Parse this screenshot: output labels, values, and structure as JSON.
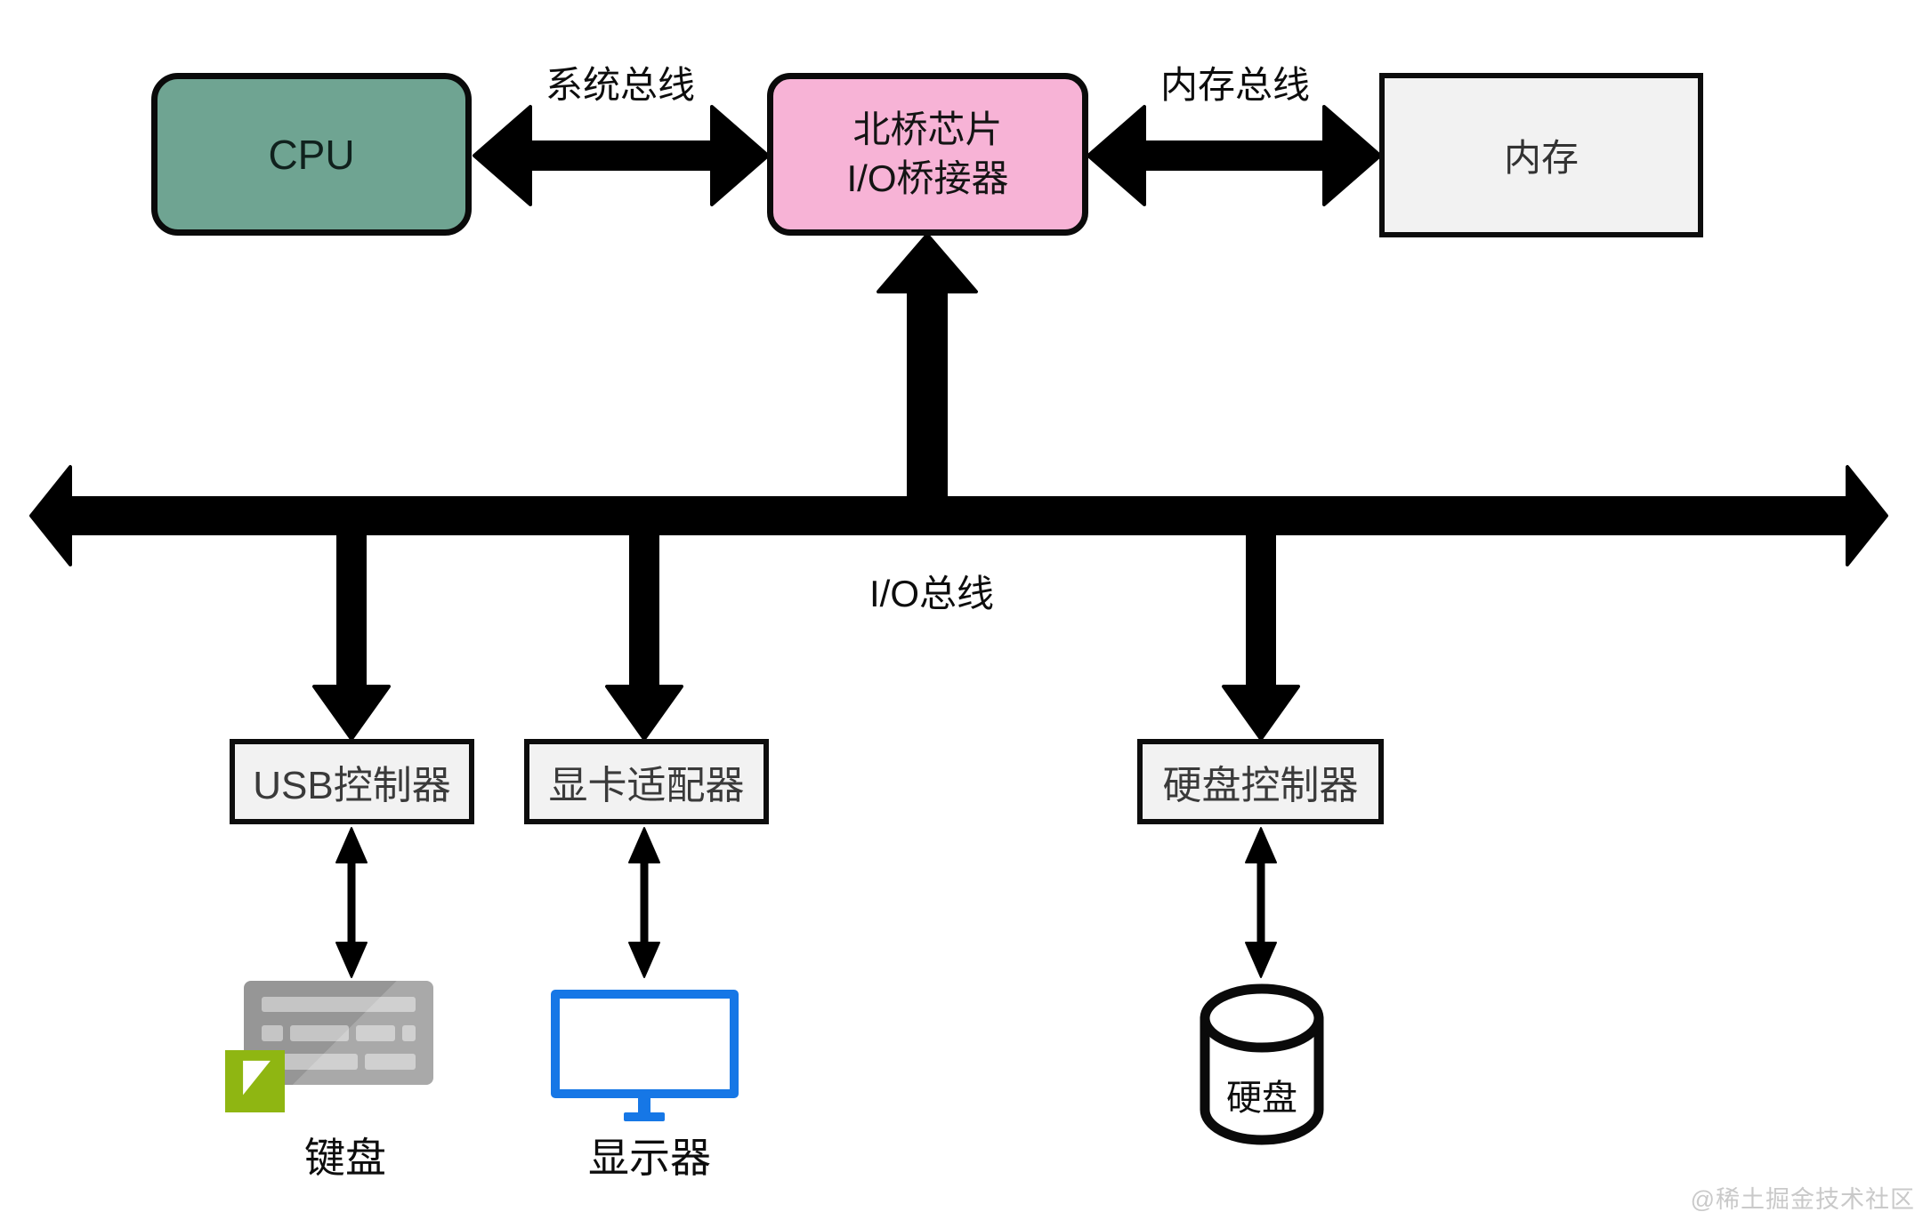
{
  "diagram": {
    "nodes": {
      "cpu": {
        "label": "CPU",
        "fill": "#6FA492"
      },
      "northbridge": {
        "line1": "北桥芯片",
        "line2": "I/O桥接器",
        "fill": "#F7B3D6"
      },
      "memory": {
        "label": "内存",
        "fill": "#F2F2F2"
      },
      "usb_controller": {
        "label": "USB控制器",
        "fill": "#F2F2F2"
      },
      "graphics_adapter": {
        "label": "显卡适配器",
        "fill": "#F2F2F2"
      },
      "disk_controller": {
        "label": "硬盘控制器",
        "fill": "#F2F2F2"
      },
      "keyboard": {
        "label": "键盘",
        "body_color": "#9B9B9B",
        "key_color": "#C9C9C9",
        "badge_color": "#8FB612"
      },
      "monitor": {
        "label": "显示器",
        "color": "#1677E6"
      },
      "hard_disk": {
        "label": "硬盘"
      }
    },
    "buses": {
      "system_bus": {
        "label": "系统总线"
      },
      "memory_bus": {
        "label": "内存总线"
      },
      "io_bus": {
        "label": "I/O总线"
      }
    },
    "arrow_color": "#000000",
    "watermark": "@稀土掘金技术社区"
  }
}
